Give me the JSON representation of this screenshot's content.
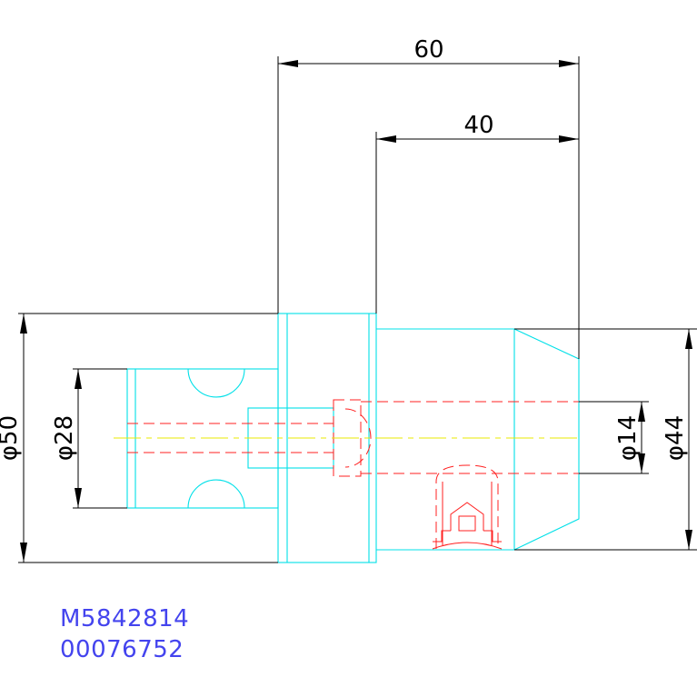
{
  "dimensions": {
    "overall_length": "60",
    "shank_length": "40",
    "dia_body": "φ50",
    "dia_nose": "φ28",
    "dia_bore": "φ14",
    "dia_shank": "φ44"
  },
  "part_codes": {
    "model": "M5842814",
    "serial": "00076752"
  },
  "colors": {
    "outline": "#00e0e8",
    "hidden": "#ff2020",
    "centerline": "#e8e800",
    "dimension": "#000000",
    "code_text": "#4444ee"
  }
}
